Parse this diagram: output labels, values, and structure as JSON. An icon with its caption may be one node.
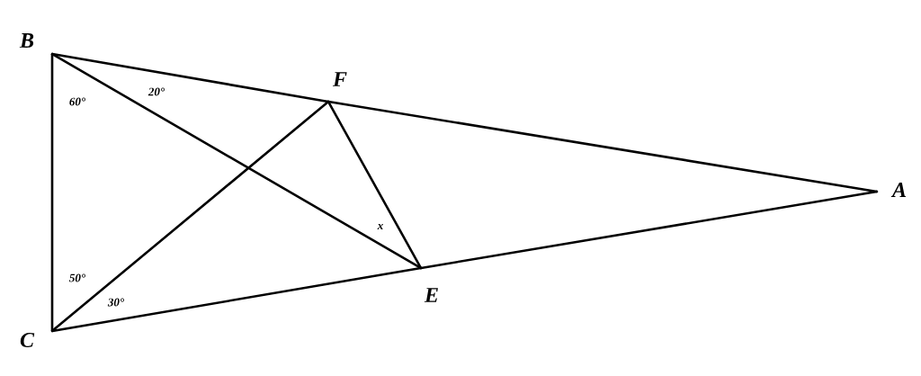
{
  "diagram": {
    "nodes": [
      {
        "text": [],
        "shape": "point",
        "beside": [
          "B"
        ]
      },
      {
        "text": [],
        "shape": "point",
        "beside": [
          "F"
        ]
      },
      {
        "text": [],
        "shape": "point",
        "beside": [
          "A"
        ]
      },
      {
        "text": [],
        "shape": "point",
        "beside": [
          "E"
        ]
      },
      {
        "text": [],
        "shape": "point",
        "beside": [
          "C"
        ]
      }
    ],
    "edges": [
      {
        "from": 0,
        "to": 4,
        "arrow": "none"
      },
      {
        "from": 0,
        "to": 1,
        "arrow": "none"
      },
      {
        "from": 1,
        "to": 2,
        "arrow": "none"
      },
      {
        "from": 4,
        "to": 3,
        "arrow": "none"
      },
      {
        "from": 3,
        "to": 2,
        "arrow": "none"
      },
      {
        "from": 0,
        "to": 3,
        "arrow": "none"
      },
      {
        "from": 4,
        "to": 1,
        "arrow": "none"
      },
      {
        "from": 1,
        "to": 3,
        "arrow": "none"
      }
    ],
    "labels": [
      "60°",
      "20°",
      "x",
      "50°",
      "30°"
    ]
  }
}
